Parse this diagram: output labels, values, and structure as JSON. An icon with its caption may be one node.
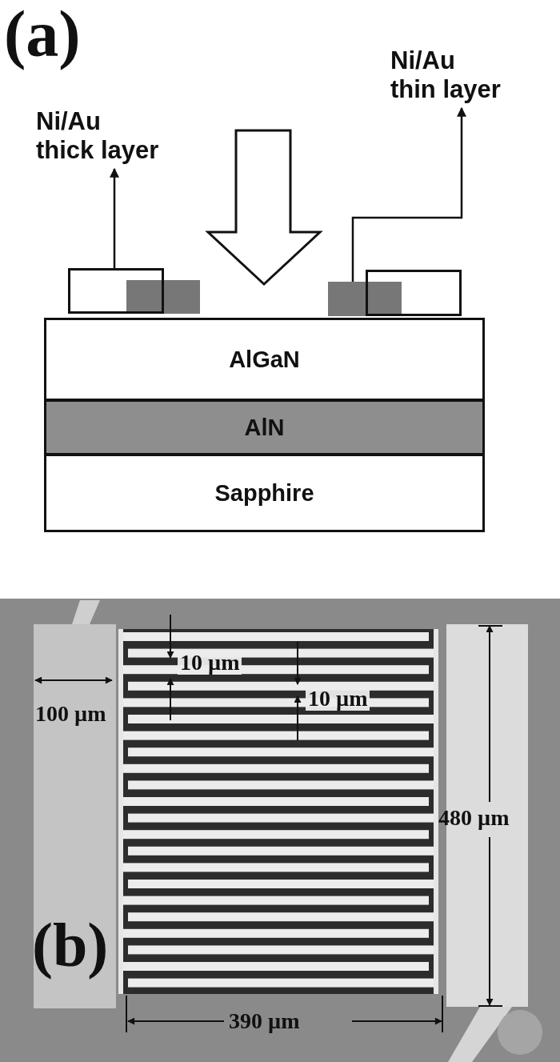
{
  "diagram": {
    "nodes": [
      {
        "text": [
          "Ni/Au thick layer"
        ]
      },
      {
        "text": [
          "Ni/Au thin layer"
        ]
      },
      {
        "text": [],
        "shape": "box"
      },
      {
        "text": [],
        "shape": "box"
      },
      {
        "text": [],
        "shape": "box"
      },
      {
        "text": [],
        "shape": "box"
      },
      {
        "text": [
          "AlGaN"
        ]
      },
      {
        "text": [
          "AlN"
        ]
      },
      {
        "text": [
          "Sapphire"
        ]
      }
    ],
    "edges": [
      {
        "from": 2,
        "to": 0,
        "arrow": "to"
      },
      {
        "from": 4,
        "to": 1,
        "arrow": "to"
      }
    ],
    "labels": [
      "(a)",
      "10 µm",
      "10 µm",
      "100 µm",
      "480 µm",
      "(b)",
      "390 µm"
    ]
  }
}
